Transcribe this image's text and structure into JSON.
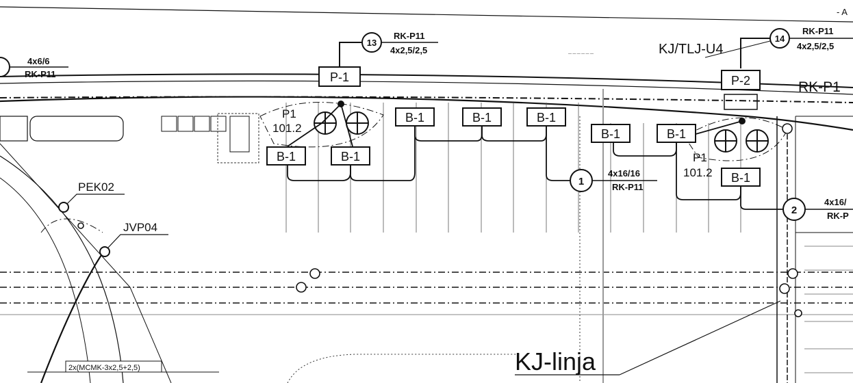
{
  "corner_mark": "- A",
  "circuits": [
    {
      "number": "13",
      "cable_code": "RK-P11",
      "cable_size": "4x2,5/2,5"
    },
    {
      "number": "14",
      "cable_code": "RK-P11",
      "cable_size": "4x2,5/2,5"
    },
    {
      "number": "1",
      "cable_code": "RK-P11",
      "cable_size": "4x16/16"
    },
    {
      "number": "2",
      "cable_code": "RK-P",
      "cable_size": "4x16/"
    }
  ],
  "left_cable": {
    "size": "4x6/6",
    "code": "RK-P11"
  },
  "line_label_kj_tlj": "KJ/TLJ-U4",
  "line_label_rk": "RK-P1",
  "poles": [
    {
      "id": "P1",
      "level": "101.2"
    },
    {
      "id": "P1",
      "level": "101.2"
    }
  ],
  "boxes": {
    "p1": "P-1",
    "p2": "P-2",
    "b1": "B-1"
  },
  "labels": {
    "peko2": "PEK02",
    "jvp04": "JVP04",
    "kj_linja": "KJ-linja",
    "bottom_cable": "2x(MCMK-3x2,5+2,5)"
  }
}
